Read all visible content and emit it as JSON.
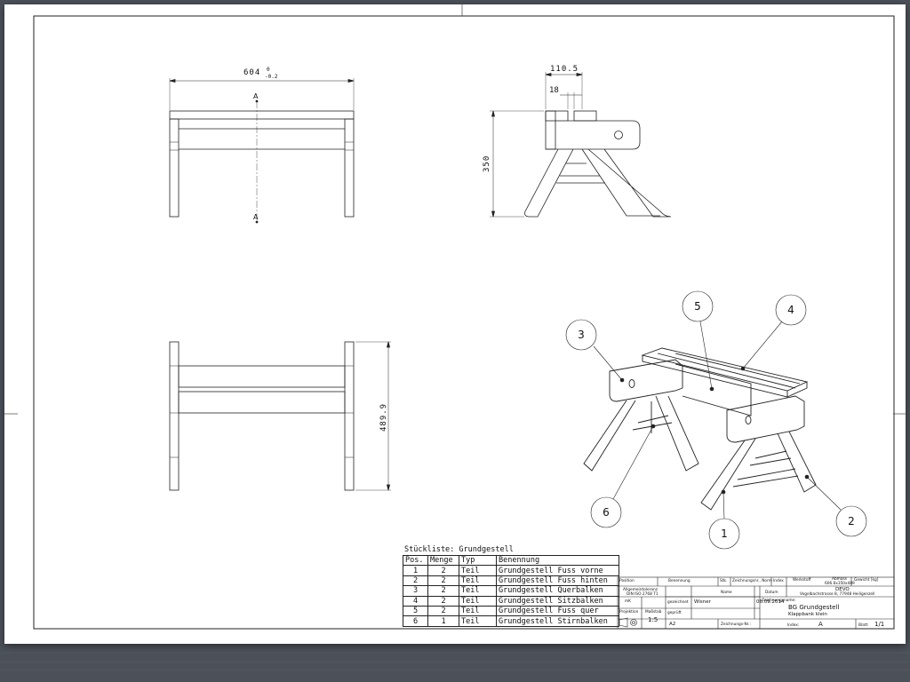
{
  "drawing": {
    "dimensions": {
      "overall_width": "604",
      "width_tol_upper": "0",
      "width_tol_lower": "-0.2",
      "top_width": "110.5",
      "thickness": "18",
      "height": "350",
      "depth": "489.9"
    },
    "section_label_top": "A",
    "section_label_bottom": "A",
    "balloons": [
      "1",
      "2",
      "3",
      "4",
      "5",
      "6"
    ]
  },
  "bom": {
    "title": "Stückliste: Grundgestell",
    "columns": [
      "Pos.",
      "Menge",
      "Typ",
      "Benennung"
    ],
    "rows": [
      [
        "1",
        "2",
        "Teil",
        "Grundgestell Fuss vorne"
      ],
      [
        "2",
        "2",
        "Teil",
        "Grundgestell Fuss hinten"
      ],
      [
        "3",
        "2",
        "Teil",
        "Grundgestell Querbalken"
      ],
      [
        "4",
        "2",
        "Teil",
        "Grundgestell Sitzbalken"
      ],
      [
        "5",
        "2",
        "Teil",
        "Grundgestell Fuss quer"
      ],
      [
        "6",
        "1",
        "Teil",
        "Grundgestell Stirnbalken"
      ]
    ]
  },
  "title_block": {
    "position": "Position",
    "benennung": "Benennung",
    "stk": "Stk.",
    "zeichnungsnr": "Zeichnungsnr., Norm",
    "index_h": "Index",
    "werkstoff": "Werkstoff",
    "abmass": "Abmass",
    "abmass_value": "606.6x350x489",
    "gewicht": "Gewicht [kg]",
    "company_line1": "Allgemeintoleranz",
    "company_line2": "DIN ISO 2768 T1",
    "name_h": "Name",
    "datum_h": "Datum",
    "org_name": "DEVO",
    "org_address": "Vogelbachstrasse 8, 77948 Heiligenzell",
    "mk": "mK",
    "gezeichnet": "gezeichnet",
    "drawn_by": "Wisner",
    "date": "06.09.2014",
    "zeichnungsname_h": "Zeichnungsname:",
    "drawing_name": "BG Grundgestell",
    "drawing_sub": "Klappbank klein",
    "projektion": "Projektion",
    "massstab": "Maßstab",
    "scale": "1:5",
    "geprueft": "geprüft",
    "format": "A2",
    "zeichnungs_nr": "Zeichnungs-Nr.:",
    "index_label": "Index:",
    "index_value": "A",
    "blatt_label": "Blatt:",
    "blatt_value": "1/1"
  }
}
